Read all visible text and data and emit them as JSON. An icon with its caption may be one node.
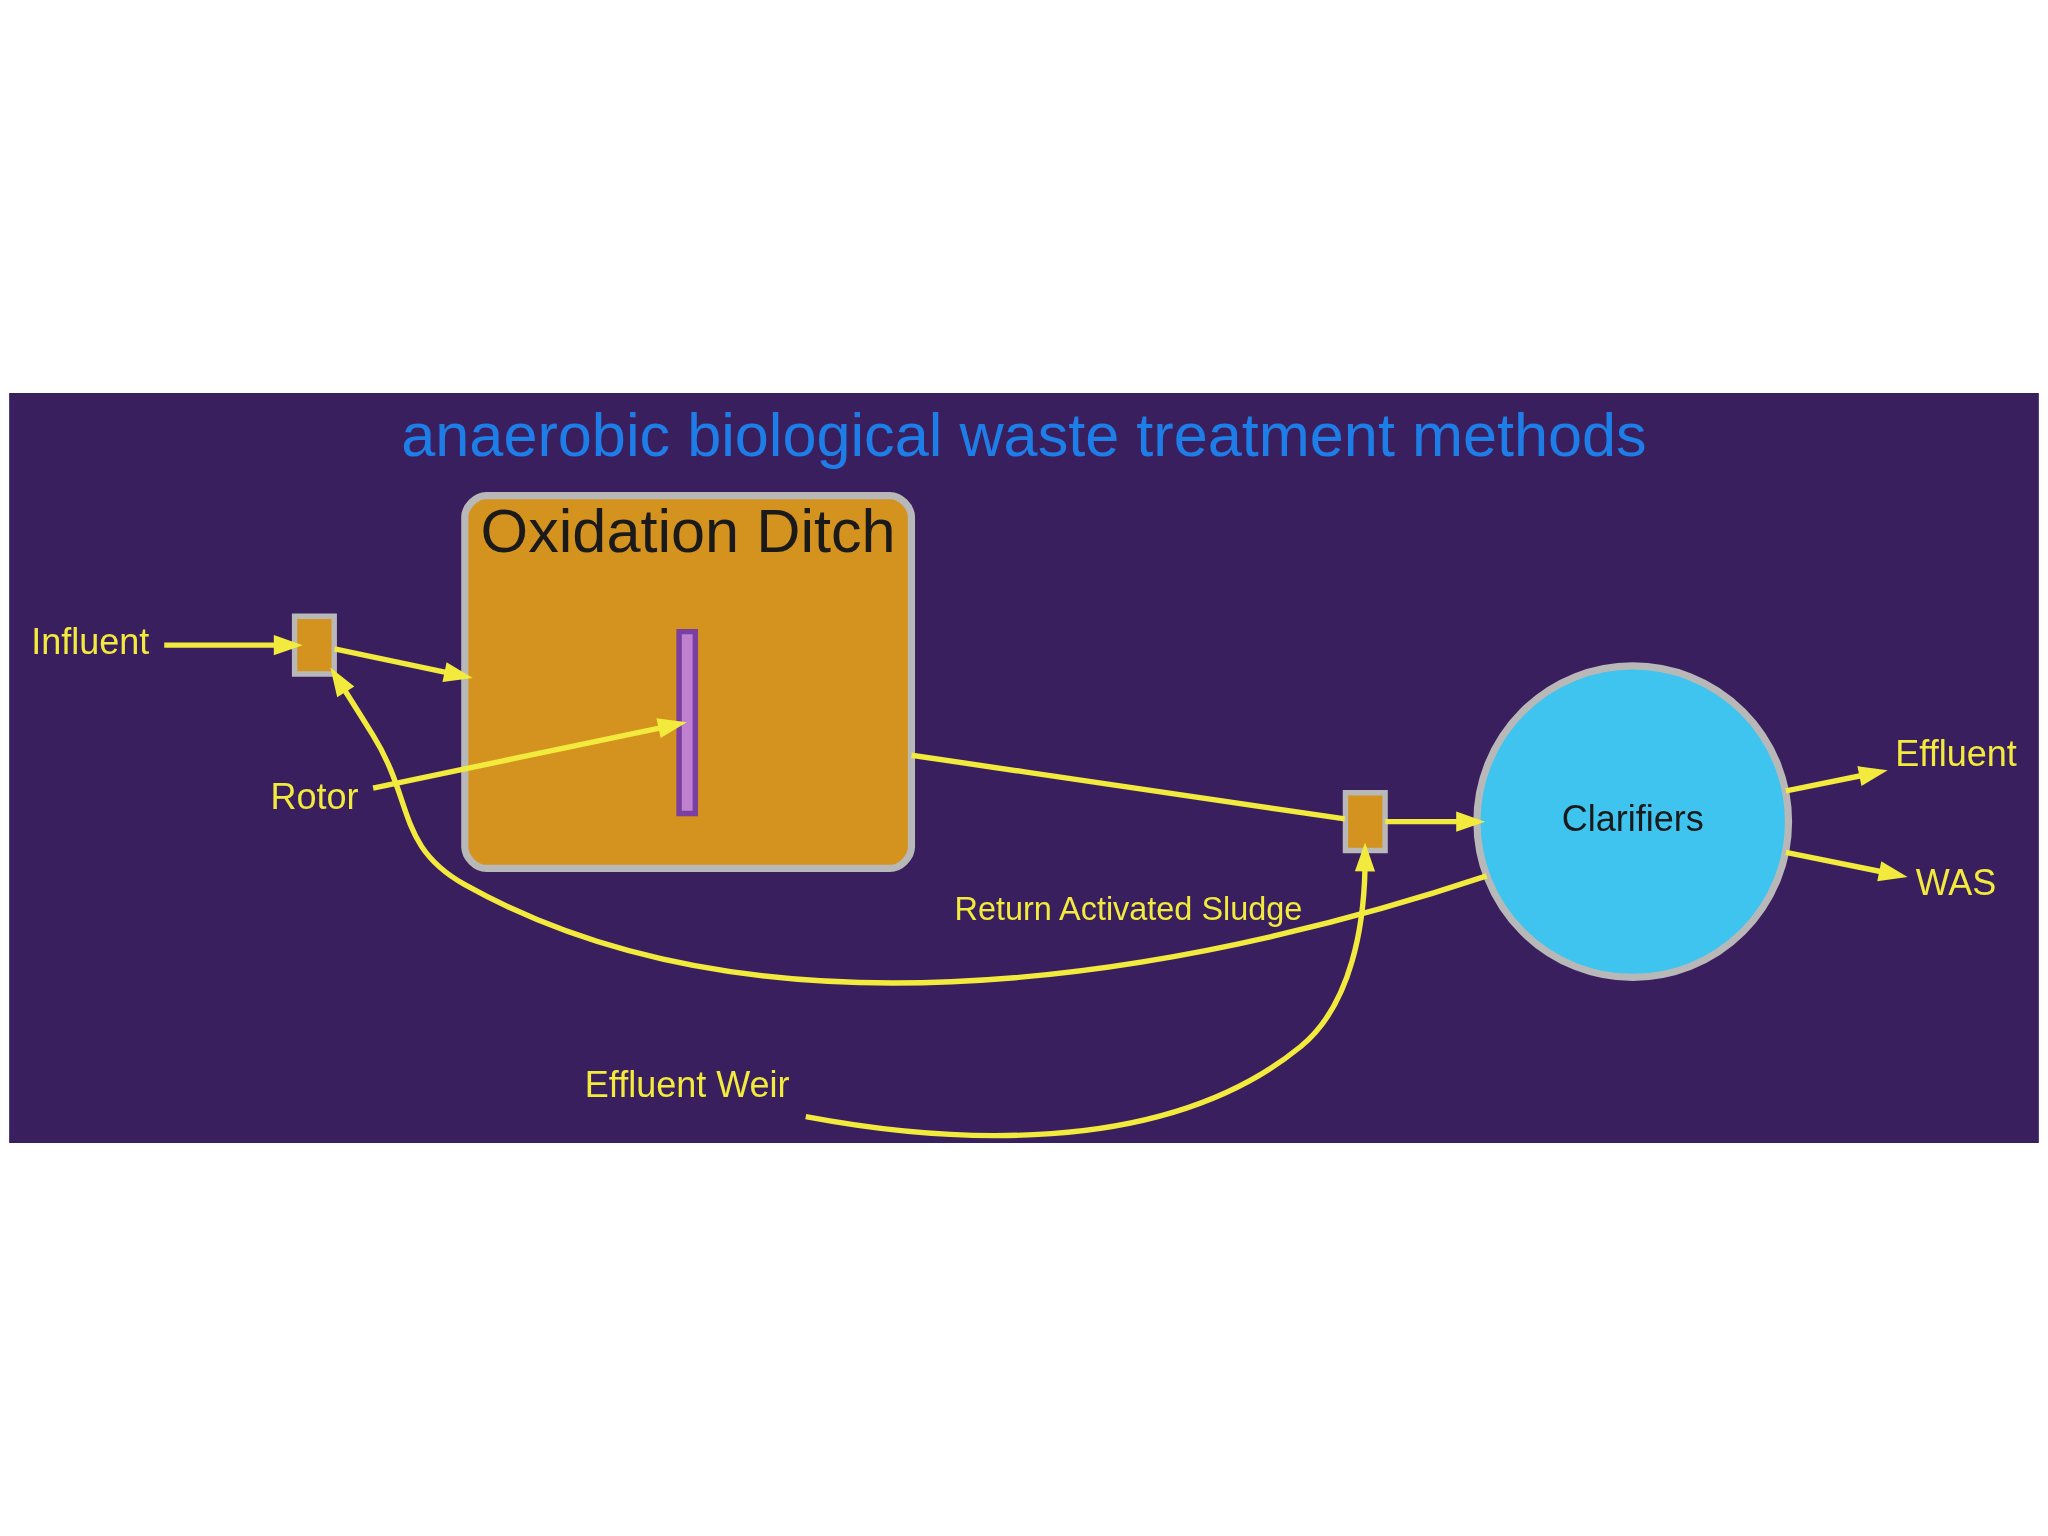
{
  "diagram": {
    "title": "anaerobic biological waste treatment methods",
    "nodes": [
      {
        "text": [
          "Influent"
        ]
      },
      {
        "text": [],
        "shape": "box"
      },
      {
        "text": [
          "Oxidation Ditch"
        ]
      },
      {
        "text": [],
        "shape": "bar",
        "in": 2
      },
      {
        "text": [
          "Rotor"
        ]
      },
      {
        "text": [],
        "shape": "box"
      },
      {
        "text": [
          "Effluent Weir"
        ]
      },
      {
        "text": [
          "Clarifiers"
        ]
      },
      {
        "text": [
          "Effluent"
        ]
      },
      {
        "text": [
          "WAS"
        ]
      }
    ],
    "edges": [
      {
        "from": 0,
        "to": 1,
        "arrow": "to"
      },
      {
        "from": 1,
        "to": 2,
        "arrow": "to"
      },
      {
        "from": 2,
        "to": 5,
        "arrow": "none"
      },
      {
        "from": 4,
        "to": 3,
        "arrow": "to"
      },
      {
        "from": 6,
        "to": 5,
        "arrow": "to"
      },
      {
        "from": 5,
        "to": 7,
        "arrow": "to"
      },
      {
        "from": 7,
        "to": 8,
        "arrow": "to"
      },
      {
        "from": 7,
        "to": 9,
        "arrow": "to"
      },
      {
        "from": 7,
        "to": 1,
        "arrow": "to",
        "label": "Return Activated Sludge"
      }
    ]
  }
}
